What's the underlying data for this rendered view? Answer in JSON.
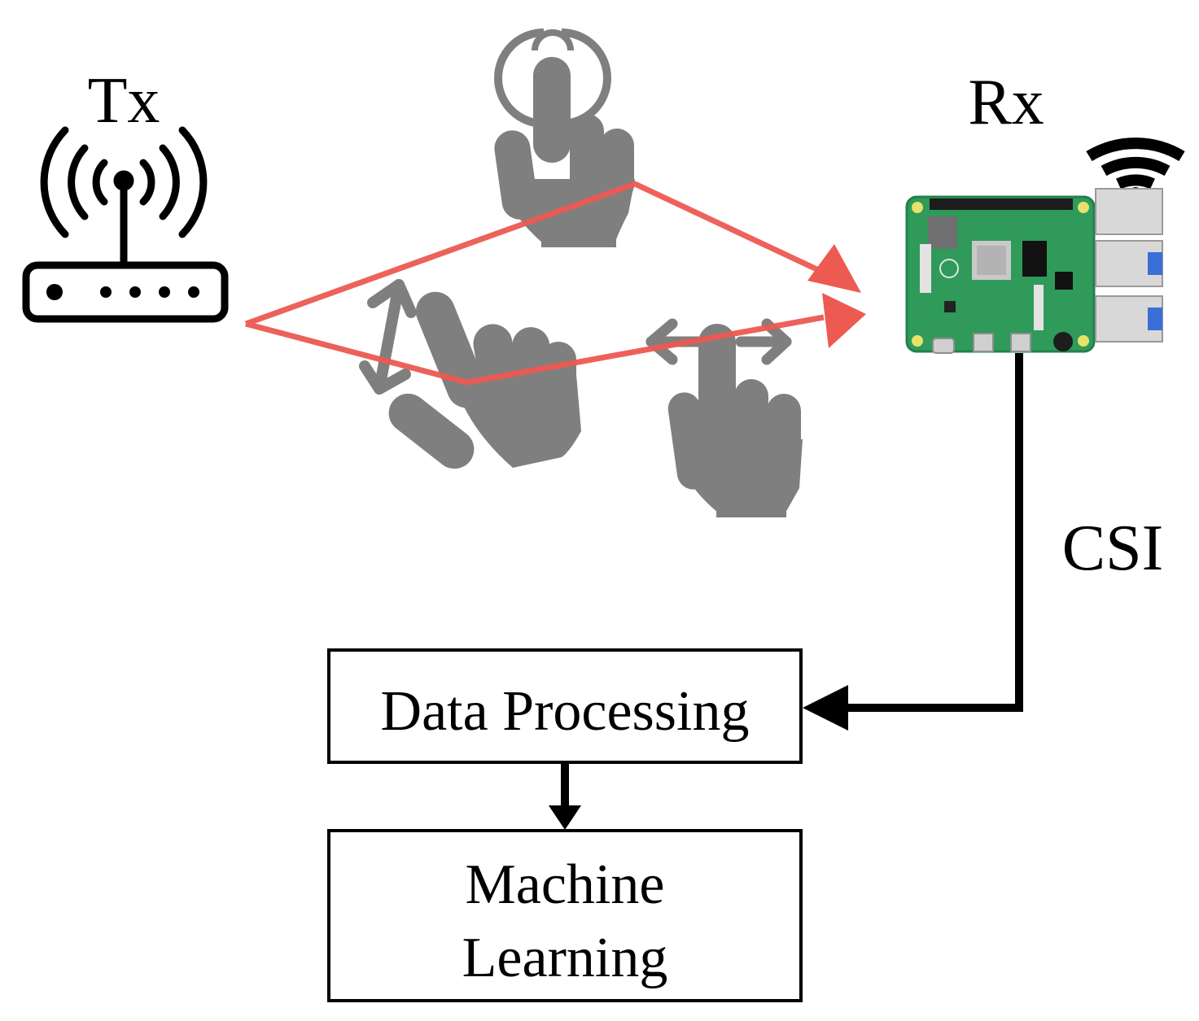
{
  "labels": {
    "tx": "Tx",
    "rx": "Rx",
    "csi": "CSI",
    "data_processing": "Data Processing",
    "machine_learning_line1": "Machine",
    "machine_learning_line2": "Learning"
  },
  "icons": {
    "router": "wifi-router-icon",
    "receiver": "raspberry-pi-board-icon",
    "wifi": "wifi-signal-icon",
    "gestures": [
      "tap-gesture-icon",
      "push-pull-gesture-icon",
      "swipe-gesture-icon"
    ]
  },
  "colors": {
    "signal": "#ec5a52",
    "gesture": "#7f7f7f",
    "line": "#000000",
    "board": "#2f9a5a"
  }
}
